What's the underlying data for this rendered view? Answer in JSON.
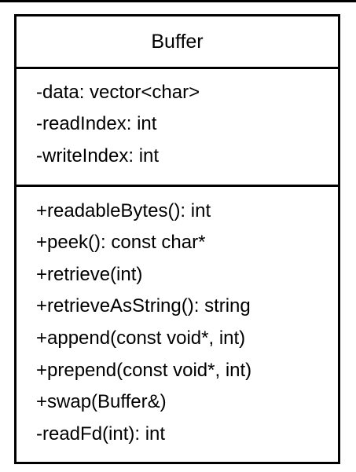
{
  "class_name": "Buffer",
  "attributes": [
    "-data: vector<char>",
    "-readIndex: int",
    "-writeIndex: int"
  ],
  "methods": [
    "+readableBytes(): int",
    "+peek(): const char*",
    "+retrieve(int)",
    "+retrieveAsString(): string",
    "+append(const void*, int)",
    "+prepend(const void*, int)",
    "+swap(Buffer&)",
    "-readFd(int): int"
  ]
}
